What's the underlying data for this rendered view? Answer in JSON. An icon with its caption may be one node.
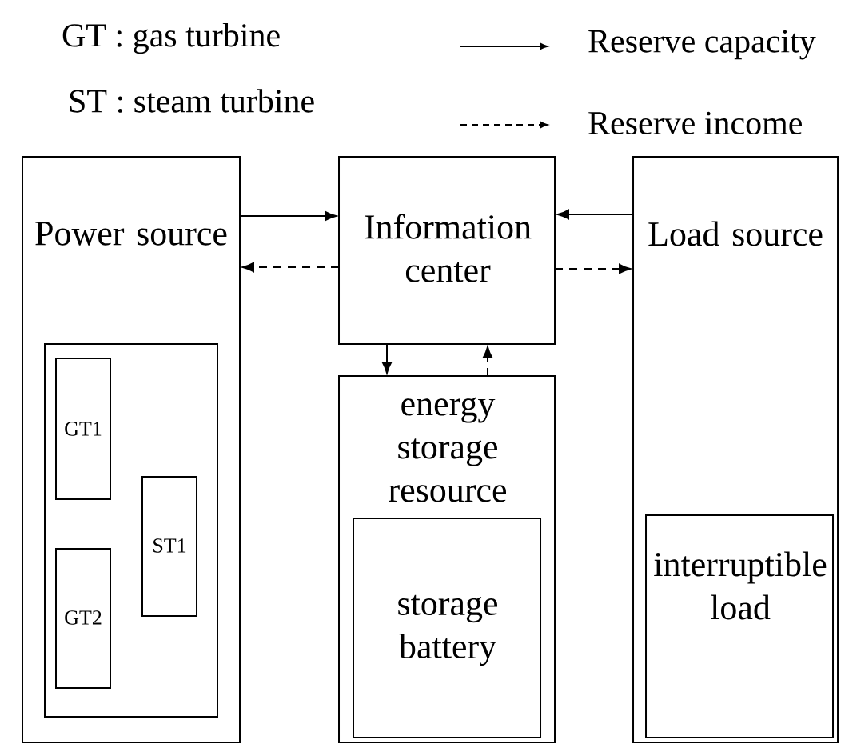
{
  "diagram": {
    "nodes": [
      {
        "text": [
          "Power source"
        ]
      },
      {
        "text": [],
        "shape": "box",
        "in": 0
      },
      {
        "text": [
          "GT1"
        ],
        "in": 1
      },
      {
        "text": [
          "ST1"
        ],
        "in": 1
      },
      {
        "text": [
          "GT2"
        ],
        "in": 1
      },
      {
        "text": [
          "Information center"
        ]
      },
      {
        "text": [
          "energy storage resource"
        ]
      },
      {
        "text": [
          "storage battery"
        ],
        "in": 6
      },
      {
        "text": [
          "Load source"
        ]
      },
      {
        "text": [
          "interruptible load"
        ],
        "in": 8
      }
    ],
    "edges": [
      {
        "from": 0,
        "to": 5,
        "arrow": "to"
      },
      {
        "from": 5,
        "to": 0,
        "arrow": "to",
        "style": "dashed"
      },
      {
        "from": 8,
        "to": 5,
        "arrow": "to"
      },
      {
        "from": 5,
        "to": 8,
        "arrow": "to",
        "style": "dashed"
      },
      {
        "from": 5,
        "to": 6,
        "arrow": "to"
      },
      {
        "from": 6,
        "to": 5,
        "arrow": "to",
        "style": "dashed"
      }
    ],
    "labels": [
      "GT : gas turbine",
      "ST : steam turbine"
    ],
    "legend": [
      {
        "text": "Reserve capacity"
      },
      {
        "text": "Reserve income"
      }
    ]
  }
}
